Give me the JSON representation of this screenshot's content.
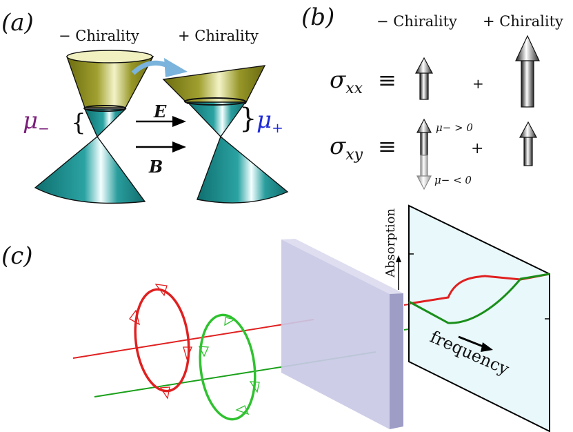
{
  "panel_a": {
    "label": "(a)",
    "minus_chirality": "− Chirality",
    "plus_chirality": "+ Chirality",
    "mu_minus": "μ",
    "mu_minus_sub": "−",
    "mu_plus": "μ",
    "mu_plus_sub": "+",
    "field_e": "E",
    "field_b": "B"
  },
  "panel_b": {
    "label": "(b)",
    "minus_chirality": "− Chirality",
    "plus_chirality": "+ Chirality",
    "sigma_xx": "σ",
    "sigma_xx_sub": "xx",
    "sigma_xy": "σ",
    "sigma_xy_sub": "xy",
    "equiv": "≡",
    "plus1": "+",
    "plus2": "+",
    "mu_positive": "μ− > 0",
    "mu_negative": "μ− < 0"
  },
  "panel_c": {
    "label": "(c)",
    "y_axis_label": "Absorption",
    "x_axis_label": "frequency"
  },
  "colors": {
    "cone_olive": "#8f8f25",
    "cone_teal": "#1b8c8c",
    "arc_blue": "#7ab3dc",
    "mu_minus_purple": "#7b1e7b",
    "mu_plus_blue": "#1f2bd6",
    "red": "#e02020",
    "green": "#1aa01a",
    "slab": "#c9c9e6",
    "panel_bg": "#e9f8fb"
  }
}
